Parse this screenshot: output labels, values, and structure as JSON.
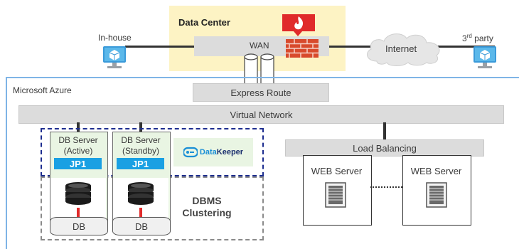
{
  "labels": {
    "data_center": "Data Center",
    "in_house": "In-house",
    "third_party_prefix": "3",
    "third_party_sup": "rd",
    "third_party_suffix": " party",
    "wan": "WAN",
    "internet": "Internet",
    "microsoft_azure": "Microsoft Azure",
    "express_route": "Express Route",
    "virtual_network": "Virtual Network",
    "load_balancing": "Load Balancing",
    "web_server_1": "WEB Server",
    "web_server_2": "WEB Server",
    "db_server_active_line1": "DB Server",
    "db_server_active_line2": "(Active)",
    "db_server_standby_line1": "DB Server",
    "db_server_standby_line2": "(Standby)",
    "jp1_active": "JP1",
    "jp1_standby": "JP1",
    "datakeeper_prefix": "Data",
    "datakeeper_suffix": "Keeper",
    "dbms_line1": "DBMS",
    "dbms_line2": "Clustering",
    "db_1": "DB",
    "db_2": "DB"
  },
  "colors": {
    "data_center_bg": "#fdf3c4",
    "azure_border": "#7fb4e6",
    "jp1_blue": "#1aa0e3",
    "server_green": "#e9f5e3",
    "firewall_red": "#e02a2a",
    "cluster_border": "#1d2d8f"
  }
}
